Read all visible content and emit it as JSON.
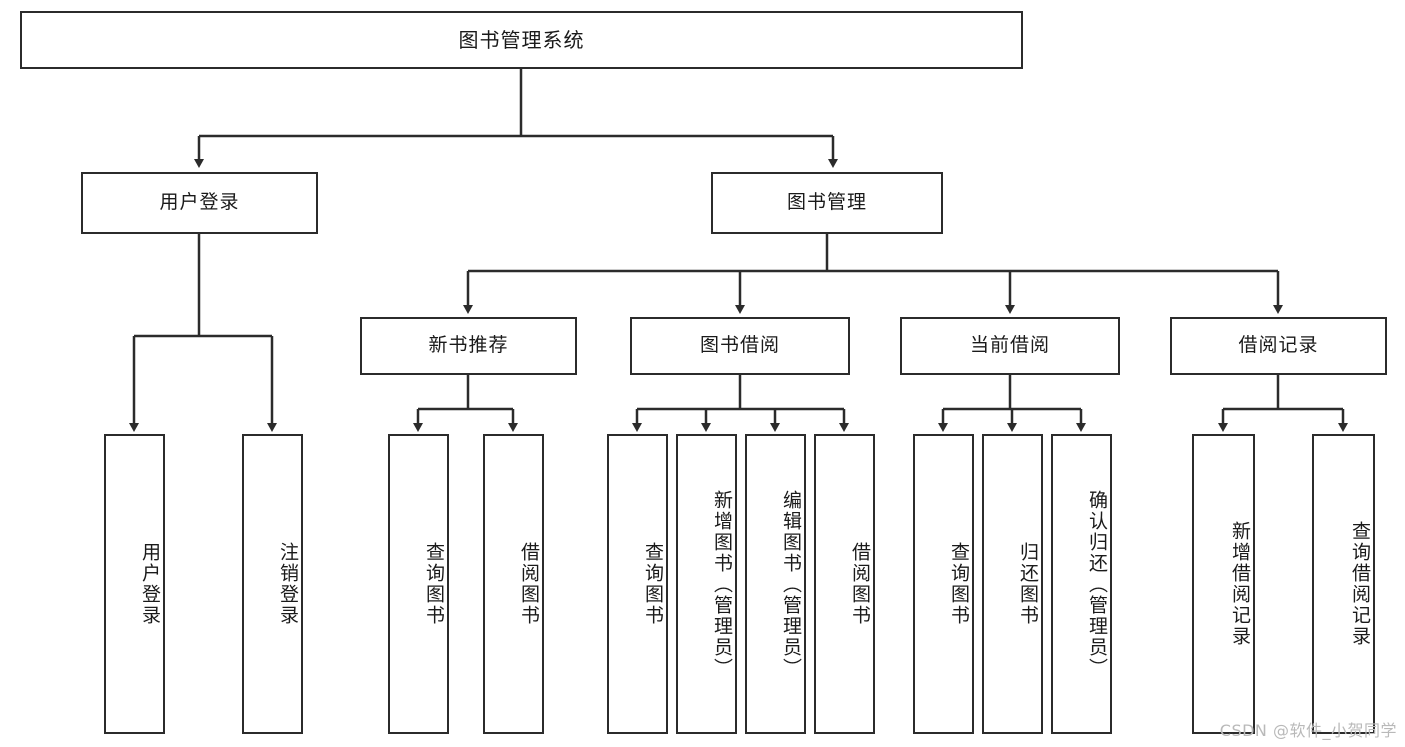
{
  "diagram": {
    "title": "图书管理系统",
    "watermark": "CSDN @软件_小贺同学",
    "colors": {
      "box_border": "#2b2b2b",
      "line": "#2b2b2b",
      "background": "#ffffff",
      "text": "#1a1a1a",
      "watermark": "#b9b9b9"
    },
    "levels": {
      "root": {
        "label": "图书管理系统"
      },
      "level2": [
        {
          "label": "用户登录"
        },
        {
          "label": "图书管理"
        }
      ],
      "level3": [
        {
          "label": "新书推荐"
        },
        {
          "label": "图书借阅"
        },
        {
          "label": "当前借阅"
        },
        {
          "label": "借阅记录"
        }
      ],
      "leaves": {
        "user_login": [
          {
            "label": "用户登录"
          },
          {
            "label": "注销登录"
          }
        ],
        "new_book_recommend": [
          {
            "label": "查询图书"
          },
          {
            "label": "借阅图书"
          }
        ],
        "book_borrow": [
          {
            "label": "查询图书"
          },
          {
            "label": "新增图书（管理员）"
          },
          {
            "label": "编辑图书（管理员）"
          },
          {
            "label": "借阅图书"
          }
        ],
        "current_borrow": [
          {
            "label": "查询图书"
          },
          {
            "label": "归还图书"
          },
          {
            "label": "确认归还（管理员）"
          }
        ],
        "borrow_record": [
          {
            "label": "新增借阅记录"
          },
          {
            "label": "查询借阅记录"
          }
        ]
      }
    }
  }
}
